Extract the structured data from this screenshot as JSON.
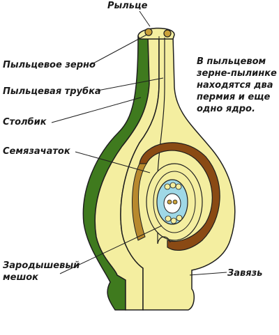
{
  "labels": {
    "stigma": "Рыльце",
    "pollen_grain": "Пыльцевое зерно",
    "pollen_tube": "Пыльцевая трубка",
    "style": "Столбик",
    "ovule": "Семязачаток",
    "embryo_sac_1": "Зародышевый",
    "embryo_sac_2": "мешок",
    "ovary": "Завязь"
  },
  "note": {
    "line1": "В пыльцевом",
    "line2": "зерне-пылинке",
    "line3": "находятся два",
    "line4": "пермия и еще",
    "line5": "одно ядро."
  },
  "colors": {
    "green": "#3f7a1e",
    "yellow": "#f4eea0",
    "brown": "#8a4a14",
    "tan": "#b8892e",
    "blue": "#9fd8e6",
    "outline": "#1e1e1e"
  }
}
